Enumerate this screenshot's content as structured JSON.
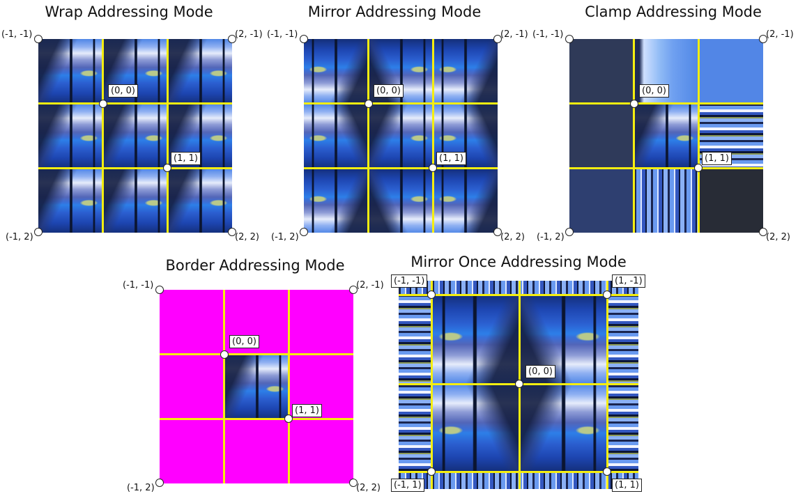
{
  "panels": {
    "wrap": {
      "title": "Wrap Addressing Mode",
      "labels": {
        "tl": "(-1, -1)",
        "tr": "(2, -1)",
        "bl": "(-1, 2)",
        "br": "(2, 2)",
        "origin": "(0, 0)",
        "one": "(1, 1)"
      }
    },
    "mirror": {
      "title": "Mirror Addressing Mode",
      "labels": {
        "tl": "(-1, -1)",
        "tr": "(2, -1)",
        "bl": "(-1, 2)",
        "br": "(2, 2)",
        "origin": "(0, 0)",
        "one": "(1, 1)"
      }
    },
    "clamp": {
      "title": "Clamp Addressing Mode",
      "labels": {
        "tl": "(-1, -1)",
        "tr": "(2, -1)",
        "bl": "(-1, 2)",
        "br": "(2, 2)",
        "origin": "(0, 0)",
        "one": "(1, 1)"
      }
    },
    "border": {
      "title": "Border Addressing Mode",
      "border_color": "#ff00ff",
      "labels": {
        "tl": "(-1, -1)",
        "tr": "(2, -1)",
        "bl": "(-1, 2)",
        "br": "(2, 2)",
        "origin": "(0, 0)",
        "one": "(1, 1)"
      }
    },
    "mirror_once": {
      "title": "Mirror Once Addressing Mode",
      "labels": {
        "tl": "(-1, -1)",
        "tr": "(1, -1)",
        "bl": "(-1, 1)",
        "br": "(1, 1)",
        "origin": "(0, 0)"
      }
    }
  },
  "grid_color": "#f5ee10"
}
